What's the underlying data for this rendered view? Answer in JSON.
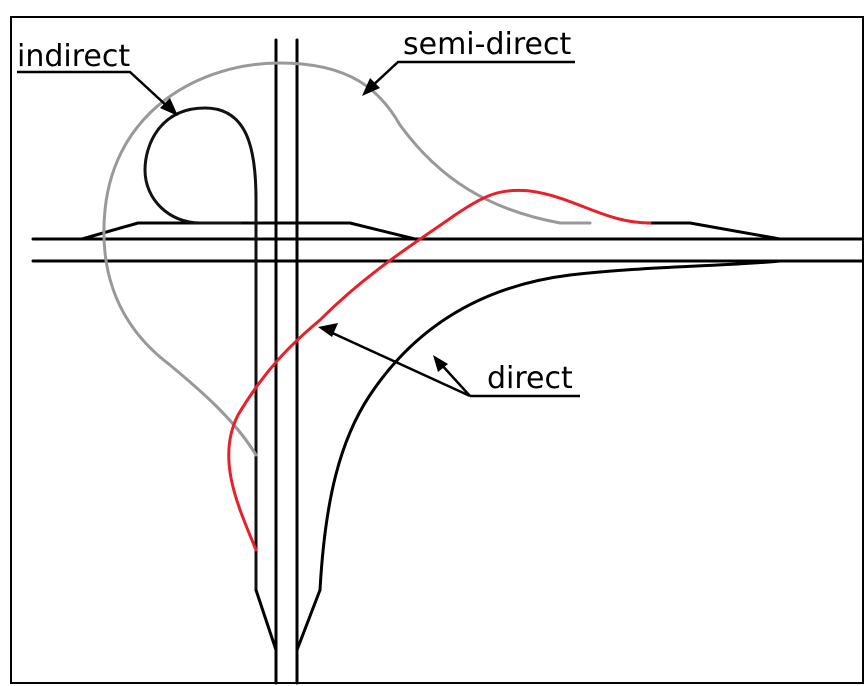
{
  "labels": {
    "indirect": "indirect",
    "semi_direct": "semi-direct",
    "direct": "direct"
  },
  "colors": {
    "background": "#ffffff",
    "road": "#000000",
    "indirect_ramp": "#111111",
    "semi_direct_ramp": "#999999",
    "direct_ramp_red": "#e8202a",
    "direct_ramp_black": "#000000"
  }
}
